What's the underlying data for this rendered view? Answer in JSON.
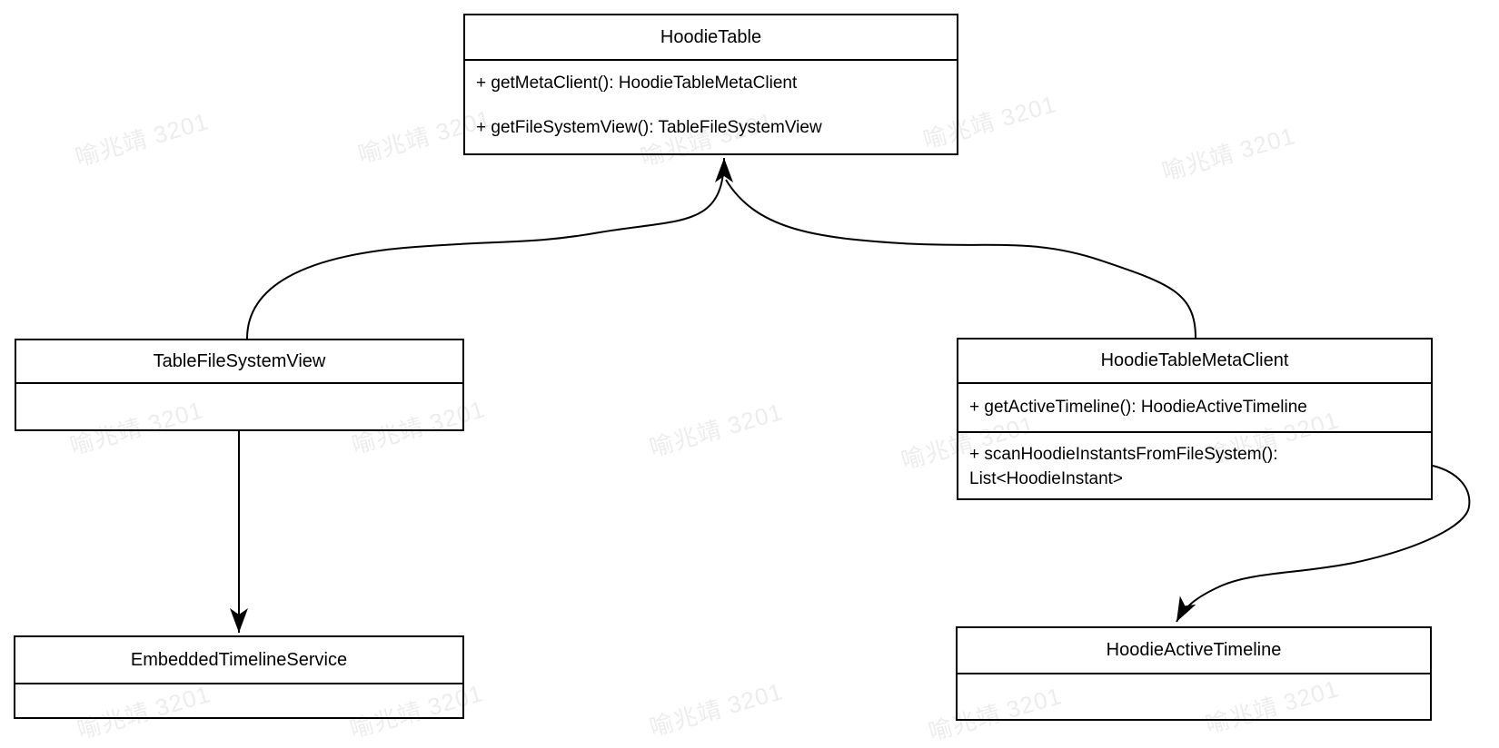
{
  "watermark": {
    "text": "喻兆靖 3201"
  },
  "diagram": {
    "classes": {
      "hoodie_table": {
        "title": "HoodieTable",
        "methods": [
          "+ getMetaClient(): HoodieTableMetaClient",
          "+ getFileSystemView(): TableFileSystemView"
        ]
      },
      "table_file_system_view": {
        "title": "TableFileSystemView"
      },
      "hoodie_table_meta_client": {
        "title": "HoodieTableMetaClient",
        "methods": [
          "+ getActiveTimeline(): HoodieActiveTimeline",
          "+ scanHoodieInstantsFromFileSystem(): List<HoodieInstant>"
        ]
      },
      "embedded_timeline_service": {
        "title": "EmbeddedTimelineService"
      },
      "hoodie_active_timeline": {
        "title": "HoodieActiveTimeline"
      }
    },
    "edges": [
      {
        "from": "TableFileSystemView",
        "to": "HoodieTable"
      },
      {
        "from": "HoodieTableMetaClient",
        "to": "HoodieTable"
      },
      {
        "from": "TableFileSystemView",
        "to": "EmbeddedTimelineService"
      },
      {
        "from": "HoodieTableMetaClient",
        "to": "HoodieActiveTimeline"
      }
    ]
  }
}
